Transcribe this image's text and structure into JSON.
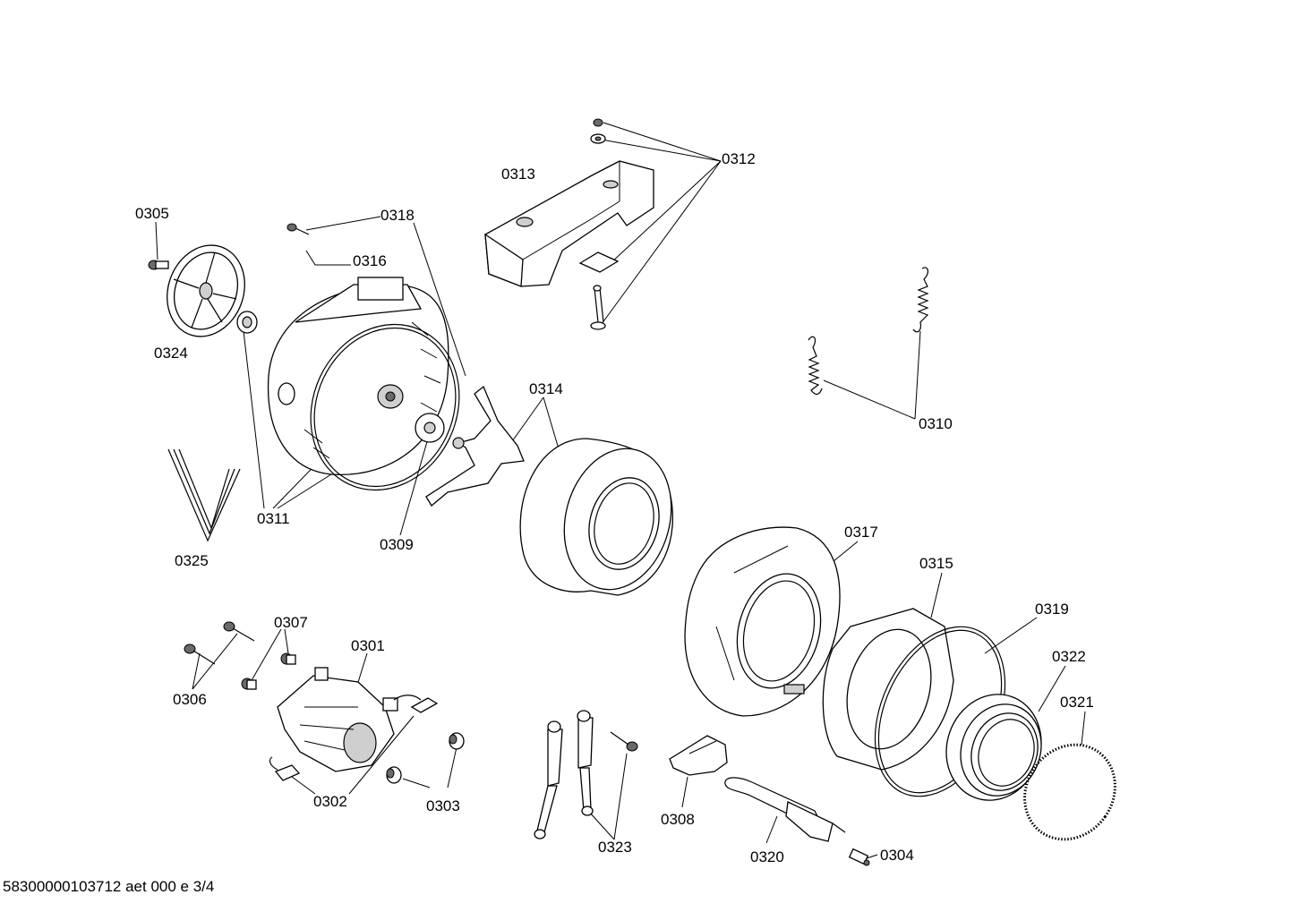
{
  "callouts": {
    "c0301": "0301",
    "c0302": "0302",
    "c0303": "0303",
    "c0304": "0304",
    "c0305": "0305",
    "c0306": "0306",
    "c0307": "0307",
    "c0308": "0308",
    "c0309": "0309",
    "c0310": "0310",
    "c0311": "0311",
    "c0312": "0312",
    "c0313": "0313",
    "c0314": "0314",
    "c0315": "0315",
    "c0316": "0316",
    "c0317": "0317",
    "c0318": "0318",
    "c0319": "0319",
    "c0320": "0320",
    "c0321": "0321",
    "c0322": "0322",
    "c0323": "0323",
    "c0324": "0324",
    "c0325": "0325"
  },
  "footer": "58300000103712 aet 000 e 3/4"
}
